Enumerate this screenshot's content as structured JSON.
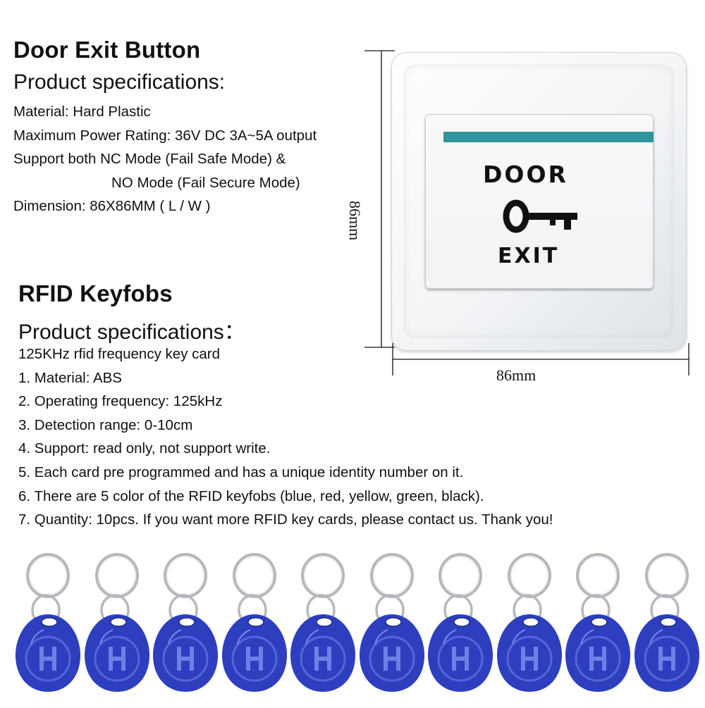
{
  "door_section": {
    "title": "Door Exit Button",
    "subtitle": "Product specifications:",
    "lines": [
      "Material: Hard Plastic",
      "Maximum Power Rating: 36V DC 3A~5A output",
      "Support both NC Mode (Fail Safe Mode) &",
      "NO Mode (Fail Secure Mode)",
      "Dimension:  86X86MM ( L / W  )"
    ]
  },
  "rfid_section": {
    "title": "RFID Keyfobs",
    "subtitle": "Product specifications：",
    "lines": [
      "125KHz rfid frequency key card",
      "1. Material: ABS",
      "2. Operating frequency: 125kHz",
      "3. Detection range: 0-10cm",
      "4. Support: read only, not support write.",
      "5. Each card pre programmed and has a unique identity number on it.",
      "6. There are 5 color of the RFID keyfobs (blue, red, yellow, green, black).",
      "7. Quantity: 10pcs. If you want more RFID key cards, please contact us. Thank you!"
    ]
  },
  "product_image": {
    "button_top_label": "DOOR",
    "button_bottom_label": "EXIT",
    "button_icon": "key-icon",
    "height_label": "86mm",
    "width_label": "86mm",
    "led_color": "#2f949d"
  },
  "keyfobs": {
    "count": 10,
    "color": "#2d3fbf",
    "ring_color": "#b5b8bc"
  }
}
